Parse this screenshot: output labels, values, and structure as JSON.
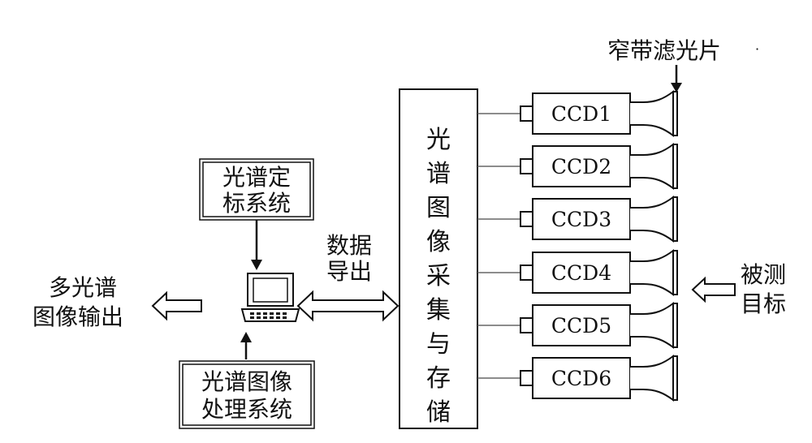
{
  "filter_label": "窄带滤光片",
  "acquisition_box": [
    "光",
    "谱",
    "图",
    "像",
    "采",
    "集",
    "与",
    "存",
    "储"
  ],
  "calibration_box": [
    "光谱定",
    "标系统"
  ],
  "processing_box": [
    "光谱图像",
    "处理系统"
  ],
  "data_export": [
    "数据",
    "导出"
  ],
  "output_label": [
    "多光谱",
    "图像输出"
  ],
  "target_label": [
    "被测",
    "目标"
  ],
  "cameras": [
    "CCD1",
    "CCD2",
    "CCD3",
    "CCD4",
    "CCD5",
    "CCD6"
  ],
  "colors": {
    "stroke": "#111111",
    "connector": "#666666"
  }
}
